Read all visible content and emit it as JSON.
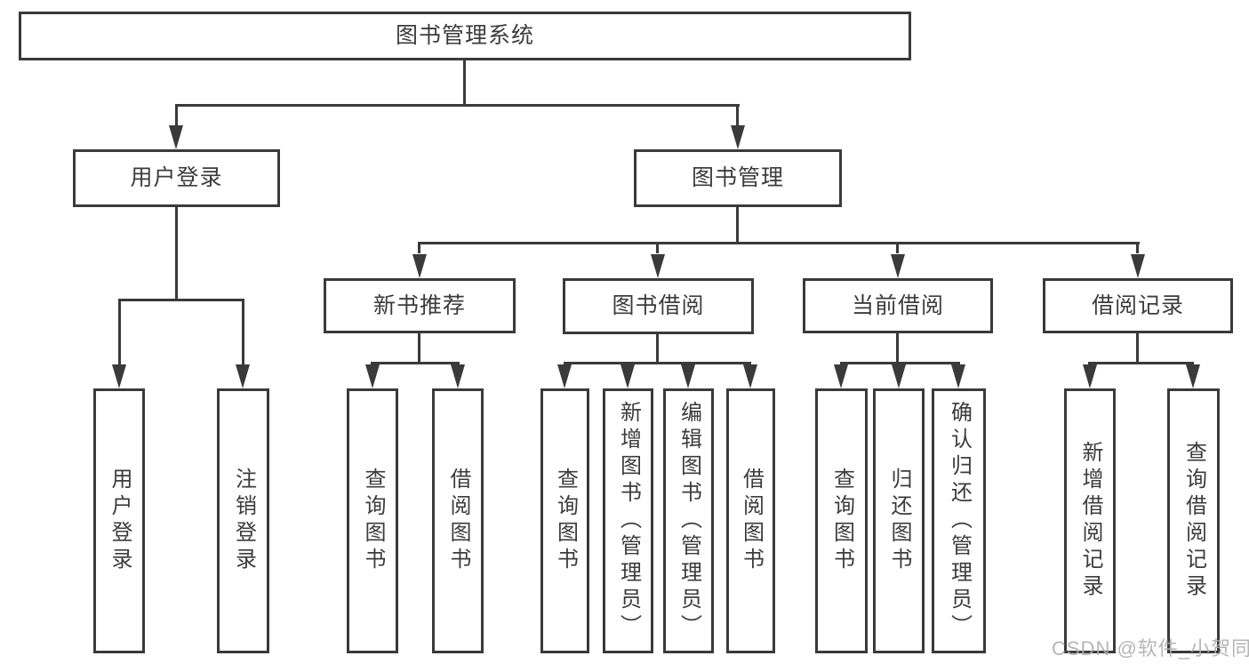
{
  "diagram": {
    "type": "hierarchy-functional-structure",
    "root": {
      "label": "图书管理系统"
    },
    "user": {
      "label": "用户登录",
      "children": [
        {
          "label": "用户登录"
        },
        {
          "label": "注销登录"
        }
      ]
    },
    "book": {
      "label": "图书管理",
      "modules": [
        {
          "label": "新书推荐",
          "children": [
            {
              "label": "查询图书"
            },
            {
              "label": "借阅图书"
            }
          ]
        },
        {
          "label": "图书借阅",
          "children": [
            {
              "label": "查询图书"
            },
            {
              "label": "新增图书（管理员）"
            },
            {
              "label": "编辑图书（管理员）"
            },
            {
              "label": "借阅图书"
            }
          ]
        },
        {
          "label": "当前借阅",
          "children": [
            {
              "label": "查询图书"
            },
            {
              "label": "归还图书"
            },
            {
              "label": "确认归还（管理员）"
            }
          ]
        },
        {
          "label": "借阅记录",
          "children": [
            {
              "label": "新增借阅记录"
            },
            {
              "label": "查询借阅记录"
            }
          ]
        }
      ]
    }
  },
  "watermark": {
    "text": "CSDN @软件_小贺同学"
  },
  "colors": {
    "line": "#3a3a3a",
    "text": "#3c3c3c",
    "background": "#ffffff",
    "watermark": "#aeaeae"
  }
}
